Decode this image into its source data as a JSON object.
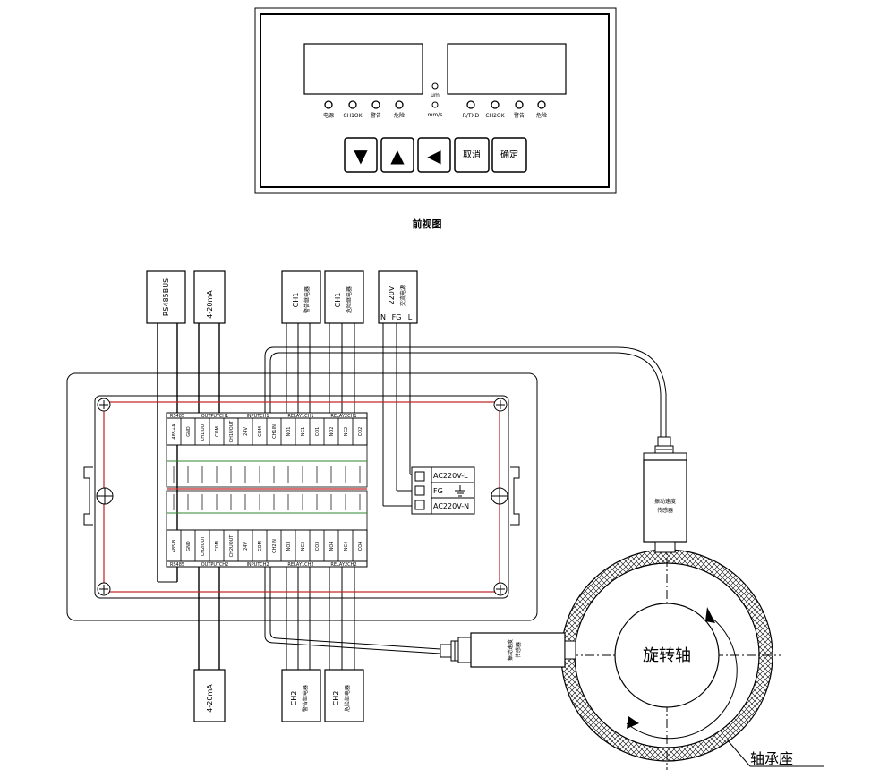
{
  "front_panel": {
    "unit_top": "um",
    "unit_bottom": "mm/s",
    "leds_left": [
      "电源",
      "CH1OK",
      "警告",
      "危险"
    ],
    "leds_right": [
      "R/TXD",
      "CH2OK",
      "警告",
      "危险"
    ],
    "buttons": {
      "down": "▼",
      "up": "▲",
      "left": "◀",
      "cancel": "取消",
      "confirm": "确定"
    },
    "caption": "前视图"
  },
  "external_boxes": {
    "rs485": "RS485BUS",
    "out_top": "4-20mA",
    "relay_ch1_warn": [
      "CH1",
      "警告继电器"
    ],
    "relay_ch1_danger": [
      "CH1",
      "危险继电器"
    ],
    "ac_power": [
      "220V",
      "交流电源"
    ],
    "ac_pins": [
      "N",
      "FG",
      "L"
    ],
    "out_bottom": "4-20mA",
    "relay_ch2_warn": [
      "CH2",
      "警告继电器"
    ],
    "relay_ch2_danger": [
      "CH2",
      "危险继电器"
    ]
  },
  "terminals": {
    "top_group_labels": [
      "RS485",
      "OUTPUTCH1",
      "INPUTCH1",
      "RELAY1CH1",
      "RELAY2CH1"
    ],
    "top_pins": [
      "485+A",
      "GND",
      "CH1IOUT",
      "COM",
      "CH1UOUT",
      "24V",
      "COM",
      "CH1IN",
      "NO1",
      "NC1",
      "CO1",
      "NO2",
      "NC2",
      "CO2"
    ],
    "bottom_group_labels": [
      "RS485",
      "OUTPUTCH2",
      "INPUTCH2",
      "RELAY1CH2",
      "RELAY2CH2"
    ],
    "bottom_pins": [
      "485-B",
      "GND",
      "CH2IOUT",
      "COM",
      "CH2UOUT",
      "24V",
      "COM",
      "CH2IN",
      "NO3",
      "NC3",
      "CO3",
      "NO4",
      "NC4",
      "CO4"
    ]
  },
  "ac_terminal": [
    "AC220V-L",
    "FG",
    "AC220V-N"
  ],
  "sensors": {
    "vertical": [
      "振动速度",
      "传感器"
    ],
    "horizontal": [
      "振动速度",
      "传感器"
    ]
  },
  "shaft_label": "旋转轴",
  "bearing_label": "轴承座"
}
